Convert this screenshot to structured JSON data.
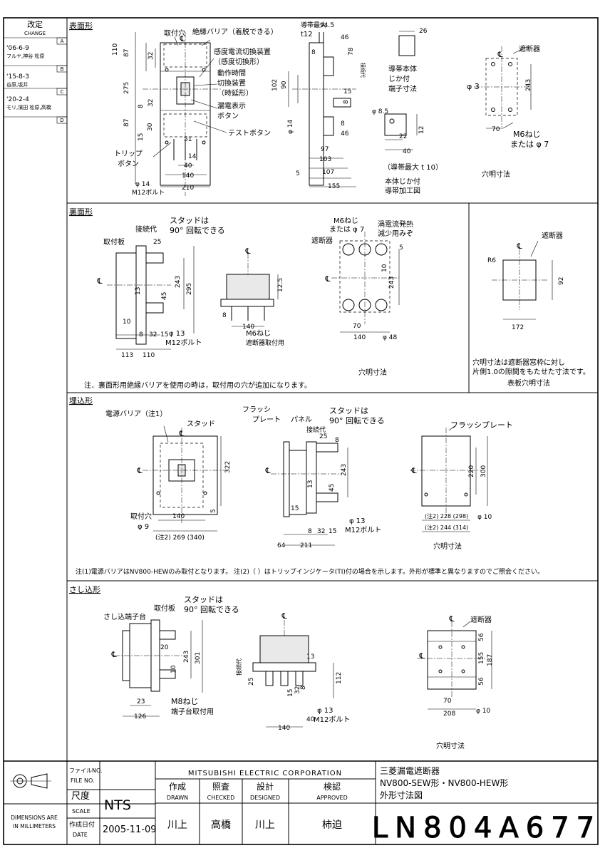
{
  "revision": {
    "header_jp": "改定",
    "header_en": "CHANGE",
    "entries": [
      {
        "letter": "A",
        "date": "'06-6-9",
        "names": "フルヤ,神谷 松原"
      },
      {
        "letter": "B",
        "date": "'15-8-3",
        "names": "谷原,坂井"
      },
      {
        "letter": "C",
        "date": "'20-2-4",
        "names": "モリ,濱田 松原,高橋"
      },
      {
        "letter": "D",
        "date": "",
        "names": ""
      }
    ]
  },
  "sections": {
    "front": "表面形",
    "back": "裏面形",
    "flush": "埋込形",
    "plugin": "さし込形"
  },
  "front": {
    "labels": {
      "mount_hole": "取付穴",
      "barrier": "絶縁バリア（着脱できる）",
      "sens_switch_1": "感度電流切換装置",
      "sens_switch_2": "（感度切換形）",
      "op_time_1": "動作時間",
      "op_time_2": "切換装置",
      "op_time_3": "（時延形）",
      "leak_ind_1": "漏電表示",
      "leak_ind_2": "ボタン",
      "test_btn": "テストボタン",
      "trip_1": "トリップ",
      "trip_2": "ボタン",
      "bolt_1": "φ 14",
      "bolt_2": "M12ボルト",
      "cond_max_1": "導帯最大",
      "cond_max_2": "t12",
      "conn_margin": "接続代",
      "stud_1": "導帯本体",
      "stud_2": "じか付",
      "stud_3": "端子寸法",
      "cond_max_t10": "（導帯最大 t 10）",
      "proc_1": "本体じか付",
      "proc_2": "導帯加工図",
      "breaker": "遮断器",
      "screw_1": "M6ねじ",
      "screw_2": "または φ 7",
      "hole_dims": "穴明寸法"
    },
    "dims": [
      "110",
      "87",
      "32",
      "275",
      "8",
      "32",
      "87",
      "15",
      "30",
      "51",
      "14",
      "40",
      "140",
      "210",
      "94.5",
      "46",
      "8",
      "78",
      "102",
      "90",
      "15",
      "8",
      "φ 14",
      "8",
      "46",
      "97",
      "103",
      "5",
      "107",
      "155",
      "26",
      "φ 8.5",
      "12",
      "22",
      "40",
      "243",
      "70",
      "φ 3"
    ]
  },
  "back": {
    "labels": {
      "mount_plate": "取付板",
      "conn_margin": "接続代",
      "stud_1": "スタッドは",
      "stud_2": "90° 回転できる",
      "bolt_1": "φ 13",
      "bolt_2": "M12ボルト",
      "screw_1": "M6ねじ",
      "screw_2": "遮断器取付用",
      "screw3_1": "M6ねじ",
      "screw3_2": "または φ 7",
      "breaker": "遮断器",
      "groove_1": "渦電流発熱",
      "groove_2": "減少用みぞ",
      "hole_dims": "穴明寸法",
      "note": "注．裏面形用絶縁バリアを使用の時は，取付用の穴が追加になります。",
      "panel_note_1": "穴明寸法は遮断器窓枠に対し",
      "panel_note_2": "片側1.0の隙間をもたせた寸法です。",
      "panel_hole": "表板穴明寸法"
    },
    "dims": [
      "25",
      "243",
      "295",
      "13",
      "45",
      "10",
      "8",
      "32",
      "15",
      "113",
      "110",
      "12.5",
      "8",
      "140",
      "5",
      "10",
      "243",
      "70",
      "140",
      "φ 48",
      "R6",
      "92",
      "172"
    ]
  },
  "flush": {
    "labels": {
      "barrier": "電源バリア（注1）",
      "stud": "スタッド",
      "flush_plate_1": "フラッシ",
      "flush_plate_2": "プレート",
      "panel": "パネル",
      "conn_margin": "接続代",
      "stud_rot_1": "スタッドは",
      "stud_rot_2": "90° 回転できる",
      "mount_hole_1": "取付穴",
      "mount_hole_2": "φ 9",
      "bolt_1": "φ 13",
      "bolt_2": "M12ボルト",
      "flush_plate": "フラッシプレート",
      "hole_dims": "穴明寸法",
      "note": "注(1)電源バリアはNV800-HEWのみ取付となります。 注(2)（ ）はトリップインジケータ(TI)付の場合を示します。外形が標準と異なりますのでご照会ください。"
    },
    "dims": [
      "322",
      "5",
      "140",
      "(注2) 269 (340)",
      "25",
      "8",
      "243",
      "13",
      "45",
      "15",
      "8",
      "32",
      "15",
      "64",
      "211",
      "220",
      "300",
      "(注2) 228 (298)",
      "(注2) 244 (314)",
      "φ 10"
    ]
  },
  "plugin": {
    "labels": {
      "base": "さし込端子台",
      "mount_plate": "取付板",
      "stud_1": "スタッドは",
      "stud_2": "90° 回転できる",
      "screw_1": "M8ねじ",
      "screw_2": "端子台取付用",
      "conn_margin": "接続代",
      "bolt_1": "φ 13",
      "bolt_2": "M12ボルト",
      "breaker": "遮断器",
      "hole_dims": "穴明寸法"
    },
    "dims": [
      "20",
      "243",
      "301",
      "10",
      "23",
      "126",
      "13",
      "25",
      "112",
      "15",
      "32",
      "8",
      "40",
      "140",
      "56",
      "155",
      "187",
      "56",
      "70",
      "208",
      "φ 10"
    ]
  },
  "title_block": {
    "file_no_jp": "ファイルNO.",
    "file_no_en": "FILE NO.",
    "scale_jp": "尺度",
    "scale_en": "SCALE",
    "scale_value": "NTS",
    "units_1": "DIMENSIONS ARE",
    "units_2": "IN MILLIMETERS",
    "date_jp": "作成日付",
    "date_en": "DATE",
    "date_value": "2005-11-09",
    "company": "MITSUBISHI ELECTRIC CORPORATION",
    "drawn_jp": "作成",
    "drawn_en": "DRAWN",
    "checked_jp": "照査",
    "checked_en": "CHECKED",
    "designed_jp": "設計",
    "designed_en": "DESIGNED",
    "approved_jp": "検認",
    "approved_en": "APPROVED",
    "drawn_name": "川上",
    "checked_name": "高橋",
    "designed_name": "川上",
    "approved_name": "柿迫",
    "title_1": "三菱漏電遮断器",
    "title_2": "NV800-SEW形・NV800-HEW形",
    "title_3": "外形寸法図",
    "drawing_no": "LN804A677"
  }
}
